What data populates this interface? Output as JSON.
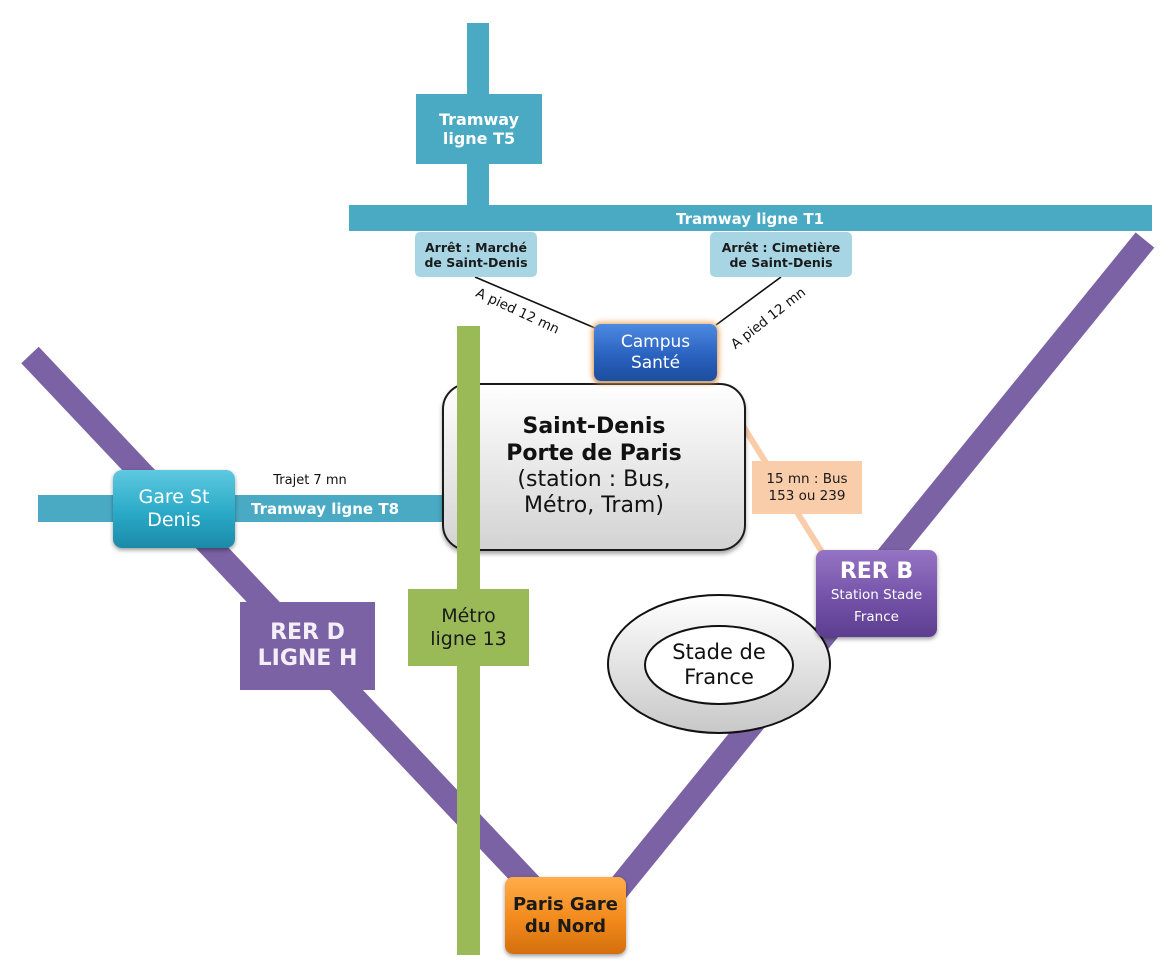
{
  "title": "Accès au Campus Santé",
  "colors": {
    "tram": "#4aaac4",
    "tram_stop": "#a7d5e3",
    "rer": "#7b62a4",
    "metro": "#9aba57",
    "campus": "#2a62c0",
    "bus": "#f9ccaa",
    "gare_du_nord": "#f28a1c"
  },
  "lines": {
    "t5": {
      "label": "Tramway\nligne T5"
    },
    "t1": {
      "label": "Tramway ligne T1"
    },
    "t8": {
      "label": "Tramway ligne T8",
      "duration": "Trajet 7 mn"
    },
    "rer_d": {
      "label": "RER D\nLIGNE H"
    },
    "metro_13": {
      "label": "Métro\nligne 13"
    },
    "rer_b": {
      "title": "RER B",
      "subtitle": "Station Stade\nFrance"
    },
    "bus": {
      "label": "15 mn : Bus\n153 ou 239"
    }
  },
  "stops": {
    "marche": "Arrêt : Marché\nde Saint-Denis",
    "cimetiere": "Arrêt : Cimetière\nde Saint-Denis"
  },
  "walks": {
    "left": "A pied 12 mn",
    "right": "A pied 12 mn"
  },
  "places": {
    "campus": "Campus\nSanté",
    "hub_title": "Saint-Denis\nPorte de Paris",
    "hub_detail": "(station : Bus,\nMétro, Tram)",
    "gare_st_denis": "Gare St\nDenis",
    "stade": "Stade de\nFrance",
    "gare_du_nord": "Paris Gare\ndu Nord"
  }
}
